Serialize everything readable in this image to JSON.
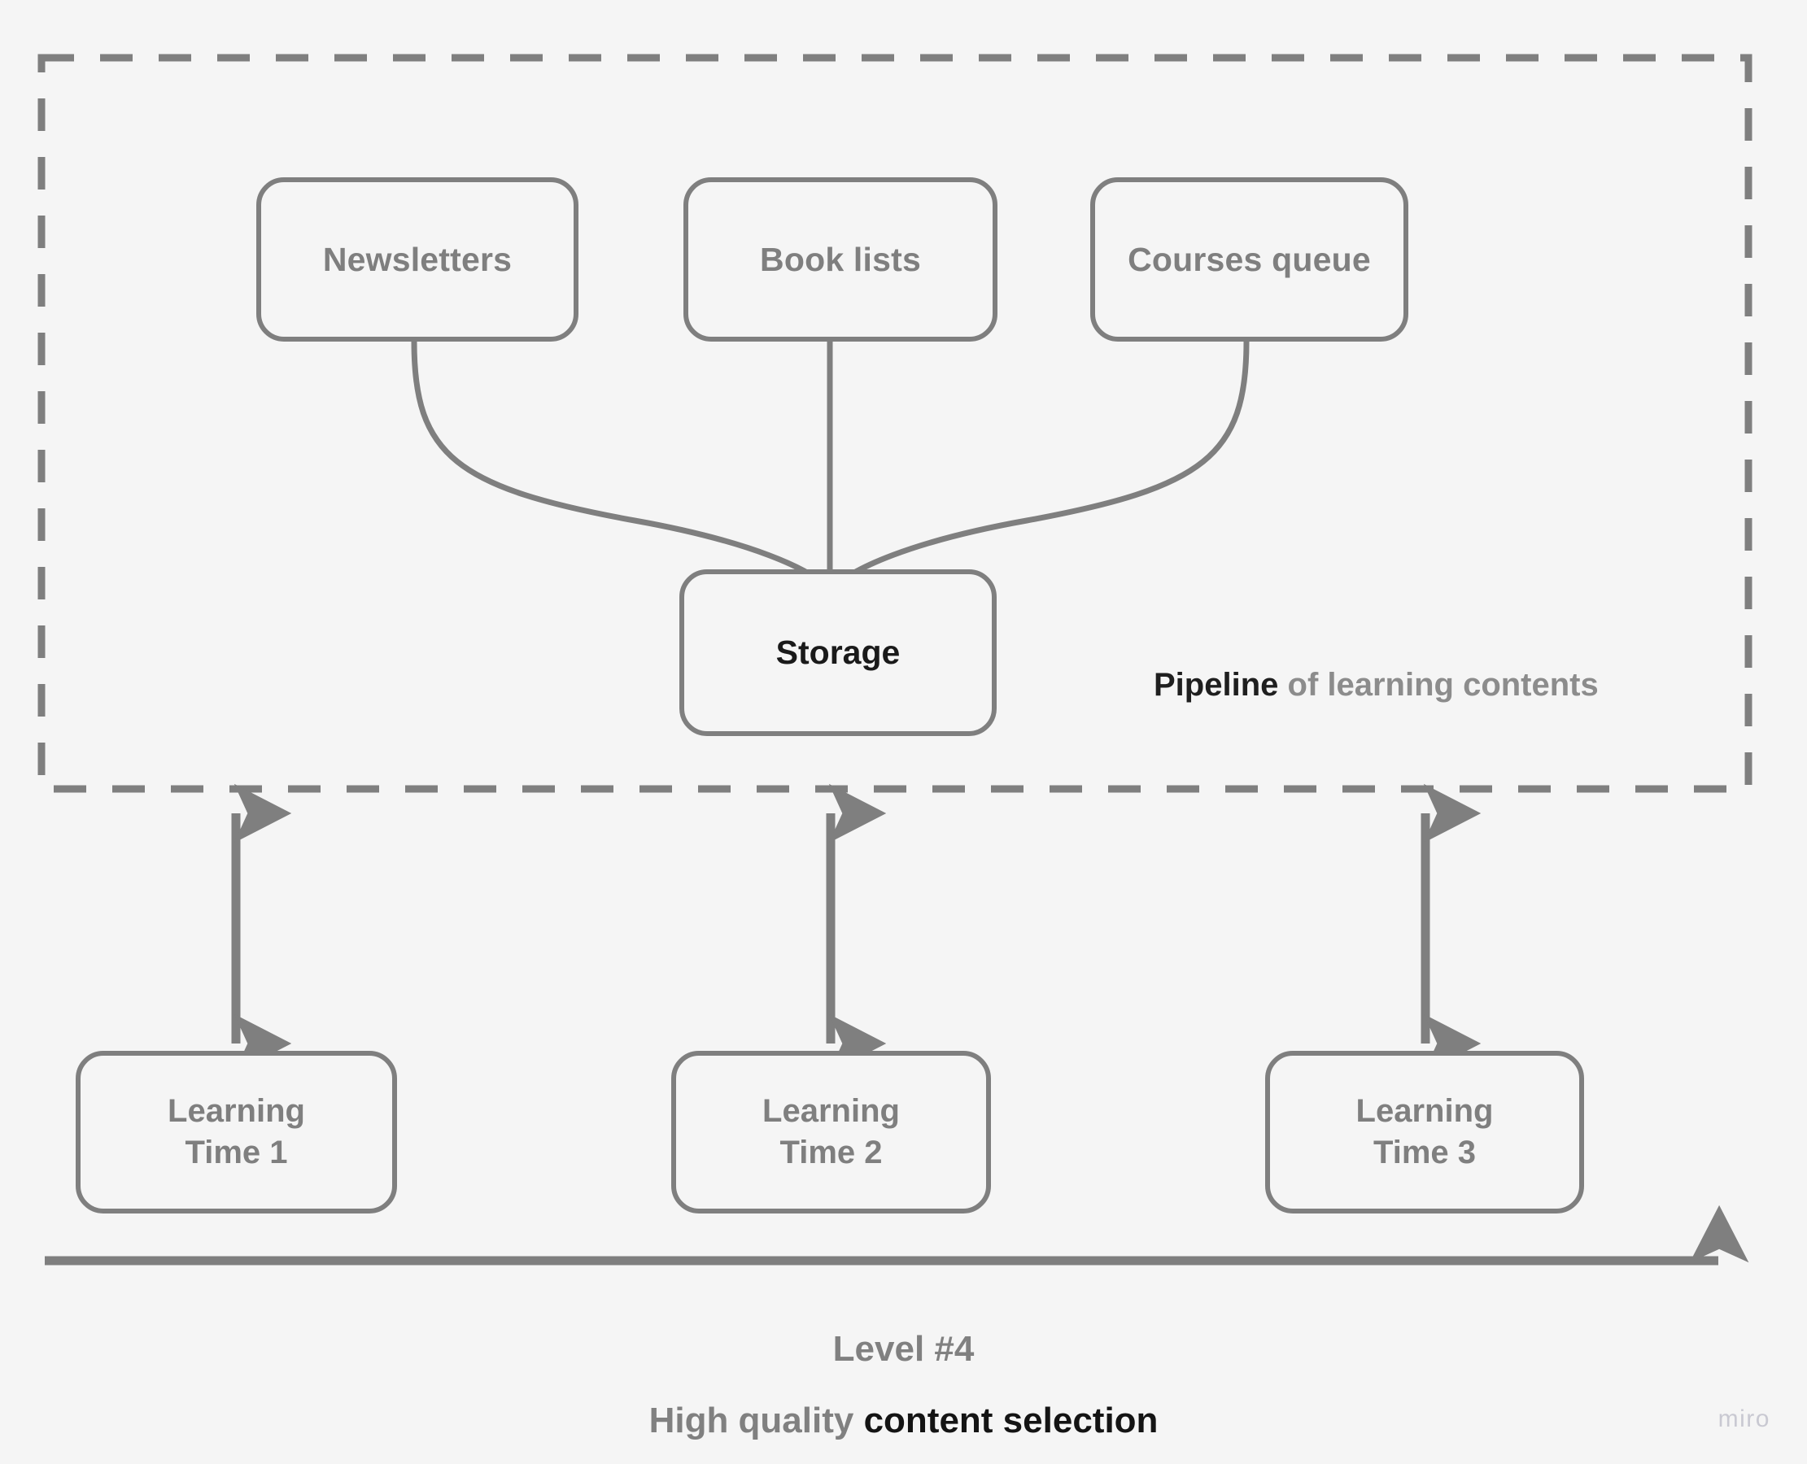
{
  "diagram": {
    "background_color": "#f5f5f5",
    "stroke_color": "#7f7f7f",
    "dark_text_color": "#141414",
    "muted_text_color": "#808080",
    "group": {
      "name": "pipeline-group",
      "border_style": "dashed",
      "label_strong": "Pipeline",
      "label_rest": " of learning contents"
    },
    "sources": [
      {
        "id": "newsletters",
        "label": "Newsletters"
      },
      {
        "id": "book-lists",
        "label": "Book lists"
      },
      {
        "id": "courses-queue",
        "label": "Courses queue"
      }
    ],
    "storage": {
      "id": "storage",
      "label": "Storage"
    },
    "learning_times": [
      {
        "id": "learning-time-1",
        "label": "Learning\nTime 1"
      },
      {
        "id": "learning-time-2",
        "label": "Learning\nTime 2"
      },
      {
        "id": "learning-time-3",
        "label": "Learning\nTime 3"
      }
    ],
    "timeline": {
      "name": "timeline-axis",
      "direction": "left-to-right"
    },
    "caption": {
      "line1": "Level #4",
      "line2_muted": "High quality ",
      "line2_dark": "content selection"
    },
    "watermark": "miro"
  }
}
